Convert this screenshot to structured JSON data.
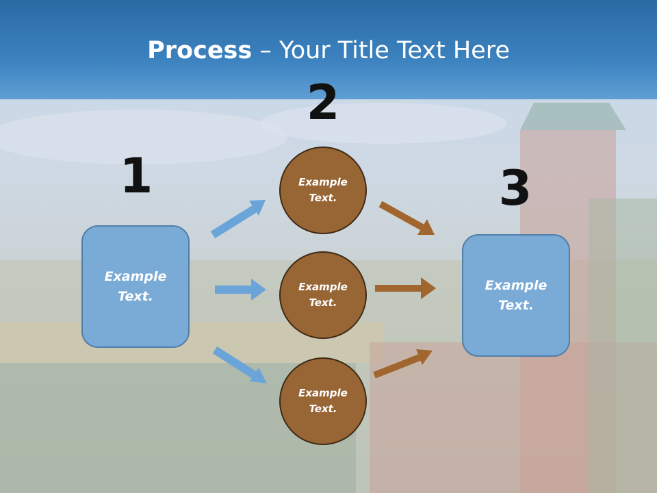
{
  "title": {
    "bold": "Process",
    "rest": " – Your Title Text Here"
  },
  "steps": {
    "one": "1",
    "two": "2",
    "three": "3"
  },
  "left_box": {
    "label_line1": "Example",
    "label_line2": "Text."
  },
  "right_box": {
    "label_line1": "Example",
    "label_line2": "Text."
  },
  "circles": [
    {
      "line1": "Example",
      "line2": "Text."
    },
    {
      "line1": "Example",
      "line2": "Text."
    },
    {
      "line1": "Example",
      "line2": "Text."
    }
  ],
  "colors": {
    "header": "#3c82bf",
    "box": "#7aaad6",
    "circle": "#986535",
    "arrow_blue": "#6aa4d8",
    "arrow_brown": "#a0662e"
  }
}
